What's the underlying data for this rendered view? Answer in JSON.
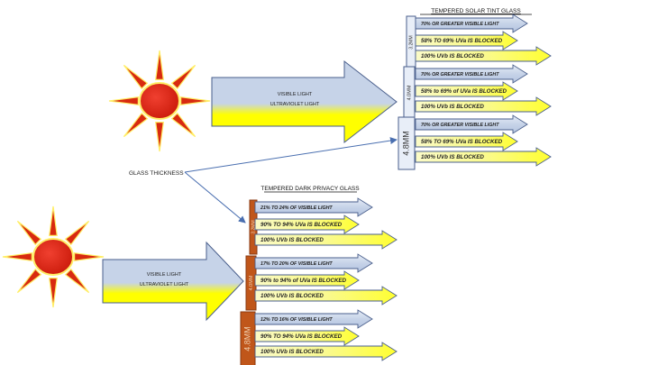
{
  "colors": {
    "visible": "#c6d3e8",
    "uv": "#ffff00",
    "outline": "#4a5f8c",
    "sun_body": "#e02010",
    "sun_glow": "#ffee66",
    "tint_bar": "#d6dff0",
    "privacy_bar": "#c0561a"
  },
  "source_arrow": {
    "visible_label": "VISIBLE LIGHT",
    "uv_label": "ULTRAVIOLET LIGHT"
  },
  "glass_thickness_label": "GLASS THICKNESS",
  "tint_group": {
    "title": "TEMPERED SOLAR TINT GLASS",
    "panels": [
      {
        "thickness": "3.2MM",
        "rows": [
          "70%  OR GREATER VISIBLE LIGHT",
          "58% TO 69% UVa IS BLOCKED",
          "100% UVb IS BLOCKED"
        ]
      },
      {
        "thickness": "4.0MM",
        "rows": [
          "70%  OR GREATER VISIBLE LIGHT",
          "58% to 69% of UVa IS BLOCKED",
          "100% UVb IS BLOCKED"
        ]
      },
      {
        "thickness": "4.8MM",
        "rows": [
          "70%  OR GREATER VISIBLE LIGHT",
          "58% TO 69% UVa IS BLOCKED",
          "100% UVb IS BLOCKED"
        ]
      }
    ]
  },
  "privacy_group": {
    "title": "TEMPERED DARK PRIVACY GLASS",
    "panels": [
      {
        "thickness": "3.2MM",
        "rows": [
          "21% TO 24%  OF VISIBLE LIGHT",
          "90% TO 94% UVa IS BLOCKED",
          "100% UVb IS BLOCKED"
        ]
      },
      {
        "thickness": "4.0MM",
        "rows": [
          "17% TO 20% OF VISIBLE LIGHT",
          "90% to 94% of UVa IS BLOCKED",
          "100% UVb IS BLOCKED"
        ]
      },
      {
        "thickness": "4.8MM",
        "rows": [
          "12% TO 16% OF VISIBLE LIGHT",
          "90% TO 94% UVa IS BLOCKED",
          "100% UVb IS BLOCKED"
        ]
      }
    ]
  }
}
